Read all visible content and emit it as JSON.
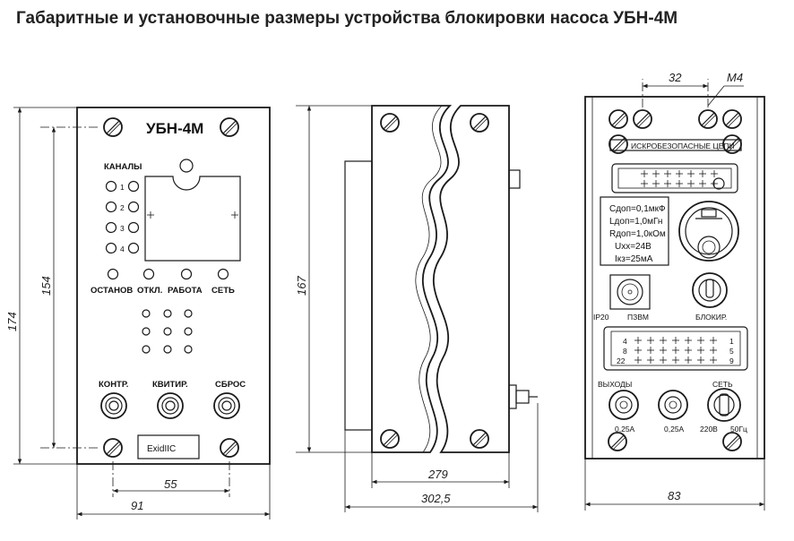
{
  "title": "Габаритные и установочные размеры устройства блокировки насоса УБН-4М",
  "front_panel": {
    "model": "УБН-4М",
    "channels_label": "КАНАЛЫ",
    "channel_numbers": [
      "1",
      "2",
      "3",
      "4"
    ],
    "status_labels": [
      "ОСТАНОВ",
      "ОТКЛ.",
      "РАБОТА",
      "СЕТЬ"
    ],
    "button_labels": [
      "КОНТР.",
      "КВИТИР.",
      "СБРОС"
    ],
    "ex_marking": "ExidIIC"
  },
  "rear_panel": {
    "strip_label": "ИСКРОБЕЗОПАСНЫЕ ЦЕПИ",
    "params": [
      "Cдоп=0,1мкФ",
      "Lдоп=1,0мГн",
      "Rдоп=1,0кОм",
      "Uxx=24В",
      "Iкз=25мА"
    ],
    "ip_label": "IP20",
    "connector_label": "ПЗВМ",
    "lock_label": "БЛОКИР.",
    "outputs_label": "ВЫХОДЫ",
    "power_label": "СЕТЬ",
    "fuse1": "0,25А",
    "fuse2": "0,25А",
    "voltage": "220В",
    "frequency": "50Гц",
    "terminal_marks": [
      "4",
      "1",
      "8",
      "5",
      "22",
      "9"
    ]
  },
  "dimensions": {
    "d174": "174",
    "d154": "154",
    "d55": "55",
    "d91": "91",
    "d167": "167",
    "d279": "279",
    "d302": "302,5",
    "d83": "83",
    "d32": "32",
    "m4": "M4"
  }
}
